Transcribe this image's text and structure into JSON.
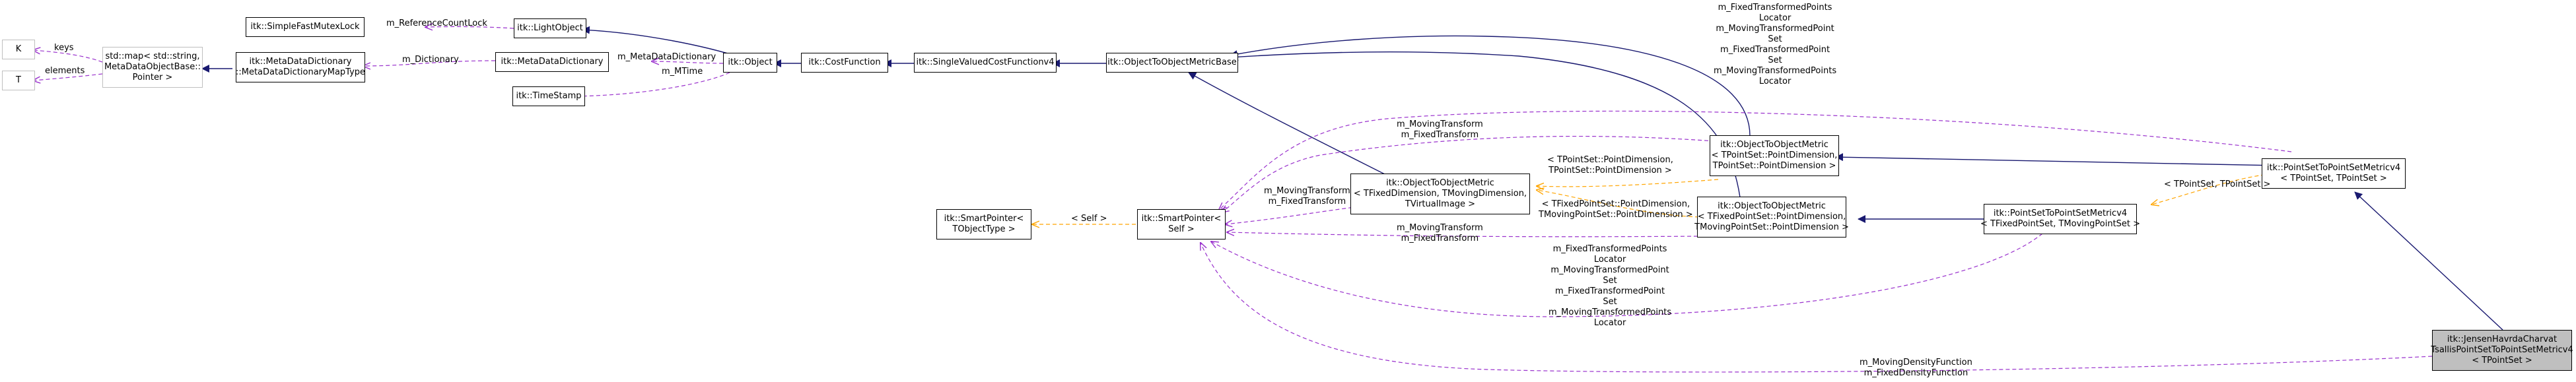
{
  "colors": {
    "inheritance": "#191970",
    "usage": "#9a32cd",
    "template": "#ffa500",
    "focus_fill": "#bfbfbf"
  },
  "nodes": {
    "K": [
      "K"
    ],
    "T": [
      "T"
    ],
    "stdmap": [
      "std::map< std::string,",
      "MetaDataObjectBase::",
      "Pointer >"
    ],
    "metadict": [
      "itk::MetaDataDictionary",
      "::MetaDataDictionaryMapType"
    ],
    "mutexlock": [
      "itk::SimpleFastMutexLock"
    ],
    "lightobject": [
      "itk::LightObject"
    ],
    "metadataobj": [
      "itk::MetaDataDictionary"
    ],
    "timestamp": [
      "itk::TimeStamp"
    ],
    "object": [
      "itk::Object"
    ],
    "costfunction": [
      "itk::CostFunction"
    ],
    "singlevalued": [
      "itk::SingleValuedCostFunctionv4"
    ],
    "objmetricbase": [
      "itk::ObjectToObjectMetricBase"
    ],
    "smartpointer_t": [
      "itk::SmartPointer<",
      "TObjectType >"
    ],
    "smartpointer_self": [
      "itk::SmartPointer<",
      "Self >"
    ],
    "objmetric_fixed": [
      "itk::ObjectToObjectMetric",
      "< TFixedDimension, TMovingDimension,",
      "TVirtualImage >"
    ],
    "objmetric_tpoint": [
      "itk::ObjectToObjectMetric",
      "< TPointSet::PointDimension,",
      "TPointSet::PointDimension >"
    ],
    "objmetric_fixedmoving": [
      "itk::ObjectToObjectMetric",
      "< TFixedPointSet::PointDimension,",
      "TMovingPointSet::PointDimension >"
    ],
    "ps2ps_v4": [
      "itk::PointSetToPointSetMetricv4",
      "< TFixedPointSet, TMovingPointSet >"
    ],
    "ps2ps_tpoint": [
      "itk::PointSetToPointSetMetricv4",
      "< TPointSet, TPointSet >"
    ],
    "jensen": [
      "itk::JensenHavrdaCharvat",
      "TsallisPointSetToPointSetMetricv4",
      "< TPointSet >"
    ]
  },
  "edge_labels": {
    "keys": [
      "keys"
    ],
    "elements": [
      "elements"
    ],
    "m_dictionary": [
      "m_Dictionary"
    ],
    "m_refcountlock": [
      "m_ReferenceCountLock"
    ],
    "m_metadatadictionary": [
      "m_MetaDataDictionary"
    ],
    "m_mtime": [
      "m_MTime"
    ],
    "self_label": [
      "< Self >"
    ],
    "moving_fixed_transform_1": [
      "m_MovingTransform",
      "m_FixedTransform"
    ],
    "moving_fixed_transform_2": [
      "m_MovingTransform",
      "m_FixedTransform"
    ],
    "moving_fixed_transform_3": [
      "m_MovingTransform",
      "m_FixedTransform"
    ],
    "tpointset_pointdimension": [
      "< TPointSet::PointDimension,",
      "TPointSet::PointDimension >"
    ],
    "tfixed_tmoving_pointdimension": [
      "< TFixedPointSet::PointDimension,",
      "TMovingPointSet::PointDimension >"
    ],
    "tpointset_tpointset": [
      "< TPointSet, TPointSet >"
    ],
    "locators_top": [
      "m_FixedTransformedPoints",
      "Locator",
      "m_MovingTransformedPoint",
      "Set",
      "m_FixedTransformedPoint",
      "Set",
      "m_MovingTransformedPoints",
      "Locator"
    ],
    "locators_mid": [
      "m_FixedTransformedPoints",
      "Locator",
      "m_MovingTransformedPoint",
      "Set",
      "m_FixedTransformedPoint",
      "Set",
      "m_MovingTransformedPoints",
      "Locator"
    ],
    "density_functions": [
      "m_MovingDensityFunction",
      "m_FixedDensityFunction"
    ]
  }
}
